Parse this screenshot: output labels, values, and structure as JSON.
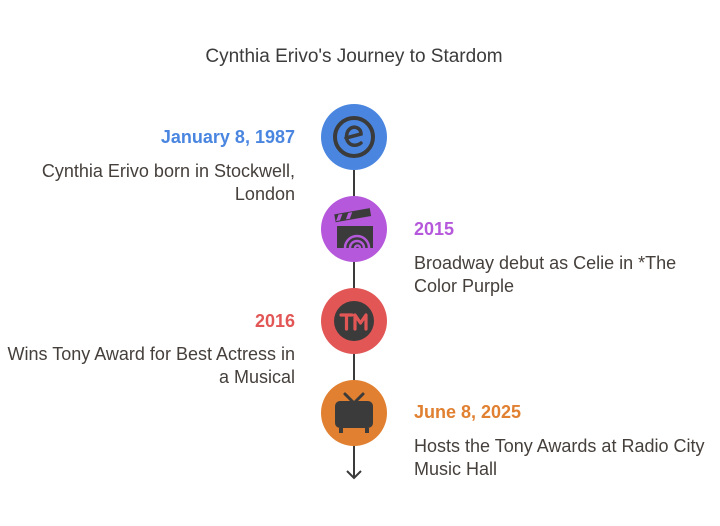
{
  "title": "Cynthia Erivo's Journey to Stardom",
  "colors": {
    "event1": "#4a86e0",
    "event2": "#b558db",
    "event3": "#e25656",
    "event4": "#e08030"
  },
  "events": [
    {
      "date": "January 8, 1987",
      "description": "Cynthia Erivo born in Stockwell, London",
      "icon": "e-letter-icon"
    },
    {
      "date": "2015",
      "description": "Broadway debut as Celie in *The Color Purple",
      "icon": "clapperboard-icon"
    },
    {
      "date": "2016",
      "description": "Wins Tony Award for Best Actress in a Musical",
      "icon": "trademark-icon"
    },
    {
      "date": "June 8, 2025",
      "description": "Hosts the Tony Awards at Radio City Music Hall",
      "icon": "television-icon"
    }
  ]
}
